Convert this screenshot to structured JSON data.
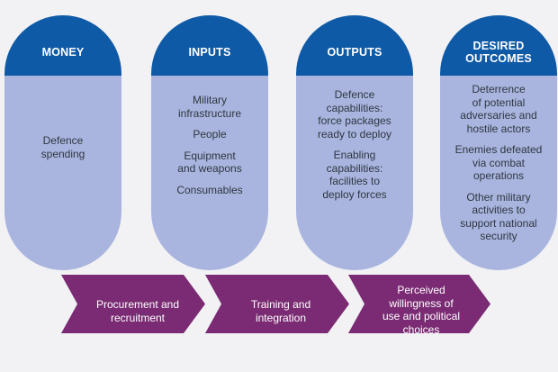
{
  "columns": [
    {
      "title": [
        "MONEY"
      ],
      "items": [
        [
          "Defence",
          "spending"
        ]
      ]
    },
    {
      "title": [
        "INPUTS"
      ],
      "items": [
        [
          "Military",
          "infrastructure"
        ],
        [
          "People"
        ],
        [
          "Equipment",
          "and weapons"
        ],
        [
          "Consumables"
        ]
      ]
    },
    {
      "title": [
        "OUTPUTS"
      ],
      "items": [
        [
          "Defence",
          "capabilities:",
          "force packages",
          "ready to deploy"
        ],
        [
          "Enabling",
          "capabilities:",
          "facilities to",
          "deploy forces"
        ]
      ]
    },
    {
      "title": [
        "DESIRED",
        "OUTCOMES"
      ],
      "items": [
        [
          "Deterrence",
          "of potential",
          "adversaries and",
          "hostile actors"
        ],
        [
          "Enemies defeated",
          "via combat",
          "operations"
        ],
        [
          "Other military",
          "activities to",
          "support national",
          "security"
        ]
      ]
    }
  ],
  "steps": [
    {
      "lines": [
        "Procurement and",
        "recruitment"
      ]
    },
    {
      "lines": [
        "Training and",
        "integration"
      ]
    },
    {
      "lines": [
        "Perceived",
        "willingness of",
        "use and political",
        "choices"
      ]
    }
  ],
  "colors": {
    "background": "#f2f2f4",
    "header_blue": "#0f5aa6",
    "body_lavender": "#a9b5df",
    "arrow_purple": "#7a2b73",
    "text_dark": "#2f3640"
  }
}
